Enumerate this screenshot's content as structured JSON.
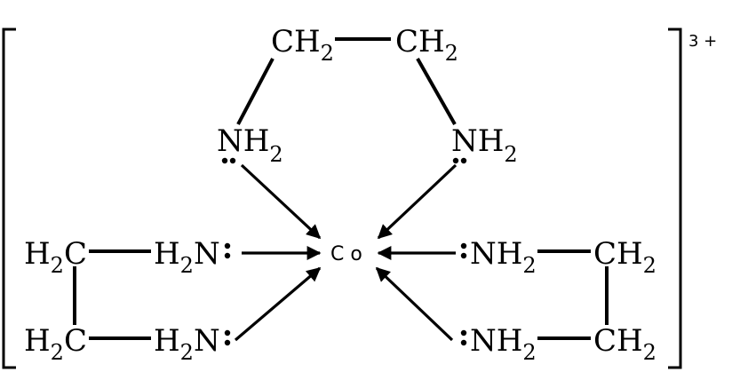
{
  "labels": {
    "ch2": "CH",
    "h2c": "H",
    "c": "C",
    "nh2": "NH",
    "h2n": "H",
    "n": "N",
    "sub2": "2",
    "metal": "C o",
    "charge": "3 +"
  },
  "colors": {
    "ink": "#000000",
    "background": "#ffffff"
  }
}
